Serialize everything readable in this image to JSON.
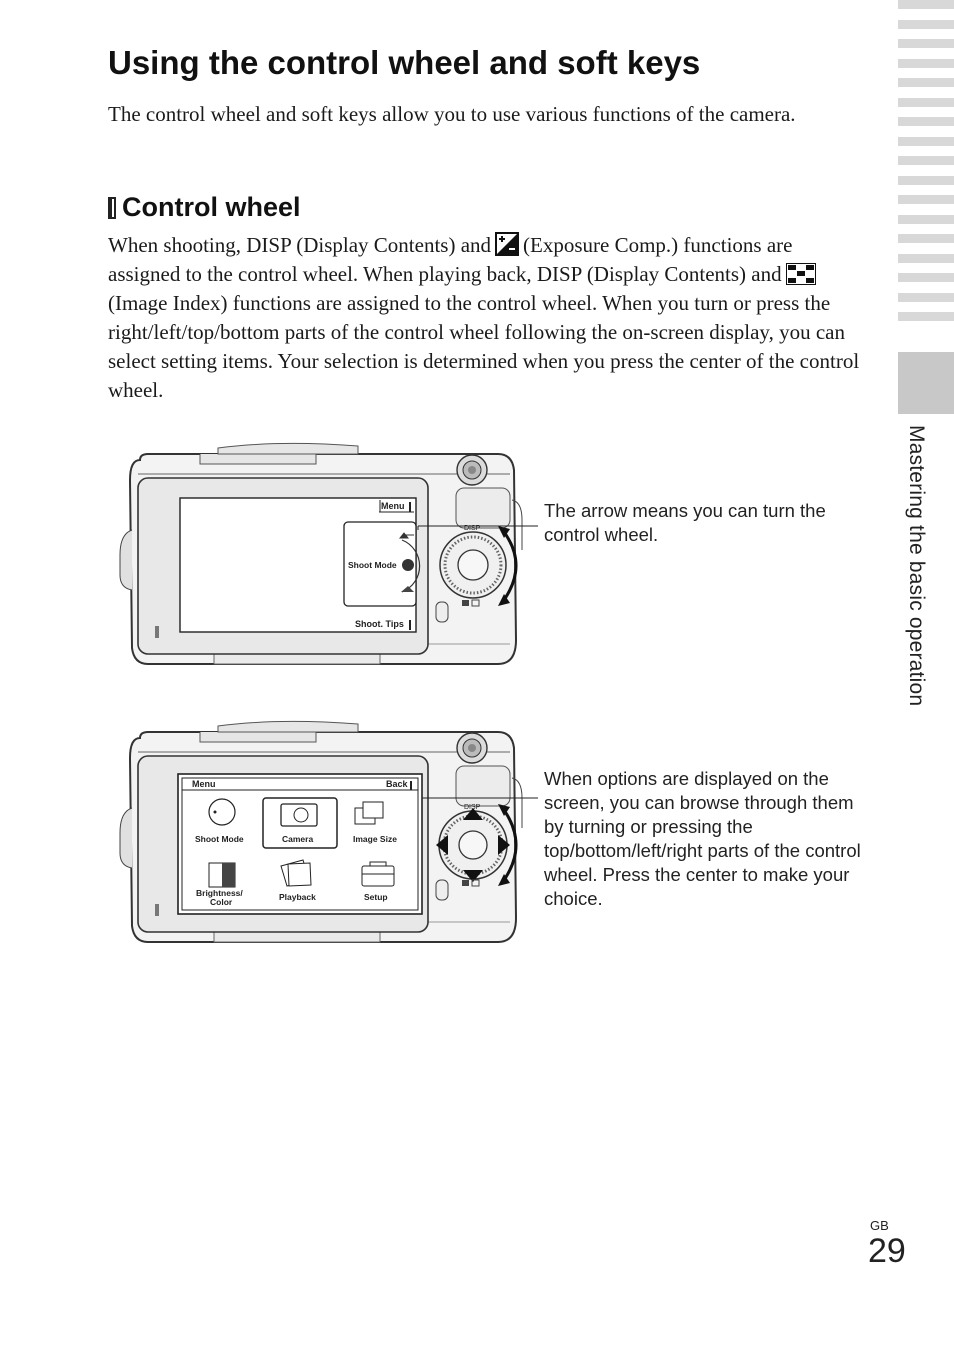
{
  "title": "Using the control wheel and soft keys",
  "intro": "The control wheel and soft keys allow you to use various functions of the camera.",
  "section": {
    "heading": "Control wheel",
    "paragraph": {
      "p1": "When shooting, DISP (Display Contents) and",
      "p2": "(Exposure Comp.) functions are assigned to the control wheel. When playing back, DISP (Display Contents) and",
      "p3": "(Image Index) functions are assigned to the control wheel. When you turn or press the right/left/top/bottom parts of the control wheel following the on-screen display, you can select setting items. Your selection is determined when you press the center of the control wheel."
    }
  },
  "figure1": {
    "screen": {
      "menu": "Menu",
      "shoot_mode": "Shoot Mode",
      "shoot_tips": "Shoot. Tips"
    },
    "disp_label": "DISP",
    "callout": "The arrow means you can turn the control wheel."
  },
  "figure2": {
    "screen": {
      "menu": "Menu",
      "back": "Back",
      "items": [
        "Shoot Mode",
        "Camera",
        "Image Size",
        "Brightness/",
        "Color",
        "Playback",
        "Setup"
      ]
    },
    "disp_label": "DISP",
    "callout": "When options are displayed on the screen, you can browse through them by turning or pressing the top/bottom/left/right parts of the control wheel. Press the center to make your choice."
  },
  "sidebar_label": "Mastering the basic operation",
  "page_region": "GB",
  "page_number": "29"
}
